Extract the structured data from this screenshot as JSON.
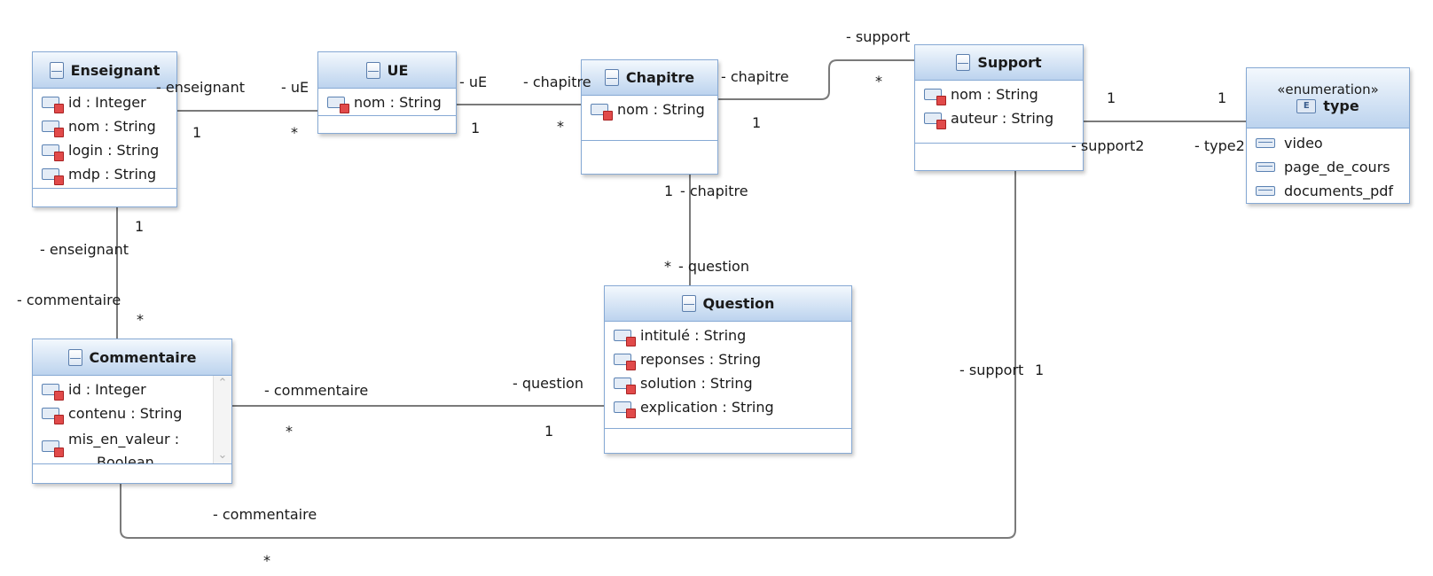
{
  "classes": {
    "enseignant": {
      "name": "Enseignant",
      "attrs": [
        "id : Integer",
        "nom : String",
        "login : String",
        "mdp : String"
      ]
    },
    "ue": {
      "name": "UE",
      "attrs": [
        "nom : String"
      ]
    },
    "chapitre": {
      "name": "Chapitre",
      "attrs": [
        "nom : String"
      ]
    },
    "support": {
      "name": "Support",
      "attrs": [
        "nom : String",
        "auteur : String"
      ]
    },
    "type": {
      "stereotype": "«enumeration»",
      "name": "type",
      "literals": [
        "video",
        "page_de_cours",
        "documents_pdf"
      ]
    },
    "question": {
      "name": "Question",
      "attrs": [
        "intitulé : String",
        "reponses : String",
        "solution : String",
        "explication : String"
      ]
    },
    "commentaire": {
      "name": "Commentaire",
      "attrs": [
        "id : Integer",
        "contenu : String"
      ],
      "wrapped_attr": [
        "mis_en_valeur :",
        "Boolean"
      ]
    }
  },
  "labels": {
    "ens_ue_role_ens": "- enseignant",
    "ens_ue_role_ue": "- uE",
    "ens_ue_mult_ens": "1",
    "ens_ue_mult_ue": "*",
    "ue_ch_role_ue": "- uE",
    "ue_ch_role_ch": "- chapitre",
    "ue_ch_mult_ue": "1",
    "ue_ch_mult_ch": "*",
    "ch_sup_role_ch": "- chapitre",
    "ch_sup_role_sup": "- support",
    "ch_sup_mult_ch": "1",
    "ch_sup_mult_sup": "*",
    "sup_type_mult_sup": "1",
    "sup_type_mult_type": "1",
    "sup_type_role_sup": "- support2",
    "sup_type_role_type": "- type2",
    "ch_q_mult_ch": "1",
    "ch_q_role_ch": "- chapitre",
    "ch_q_mult_q": "*",
    "ch_q_role_q": "- question",
    "ens_com_mult_ens": "1",
    "ens_com_role_ens": "- enseignant",
    "ens_com_role_com": "- commentaire",
    "ens_com_mult_com": "*",
    "com_q_role_com": "- commentaire",
    "com_q_mult_com": "*",
    "com_q_role_q": "- question",
    "com_q_mult_q": "1",
    "sup_com_role_sup": "- support",
    "sup_com_mult_sup": "1",
    "sup_com_role_com": "- commentaire",
    "sup_com_mult_com": "*"
  },
  "scroll_icons": {
    "up": "chevron-up-icon",
    "down": "chevron-down-icon"
  },
  "colors": {
    "border": "#86a9d4",
    "header_top": "#f3f8fd",
    "header_bottom": "#bcd3ee",
    "line": "#7a7a7a",
    "attr_marker": "#e14a4a"
  }
}
